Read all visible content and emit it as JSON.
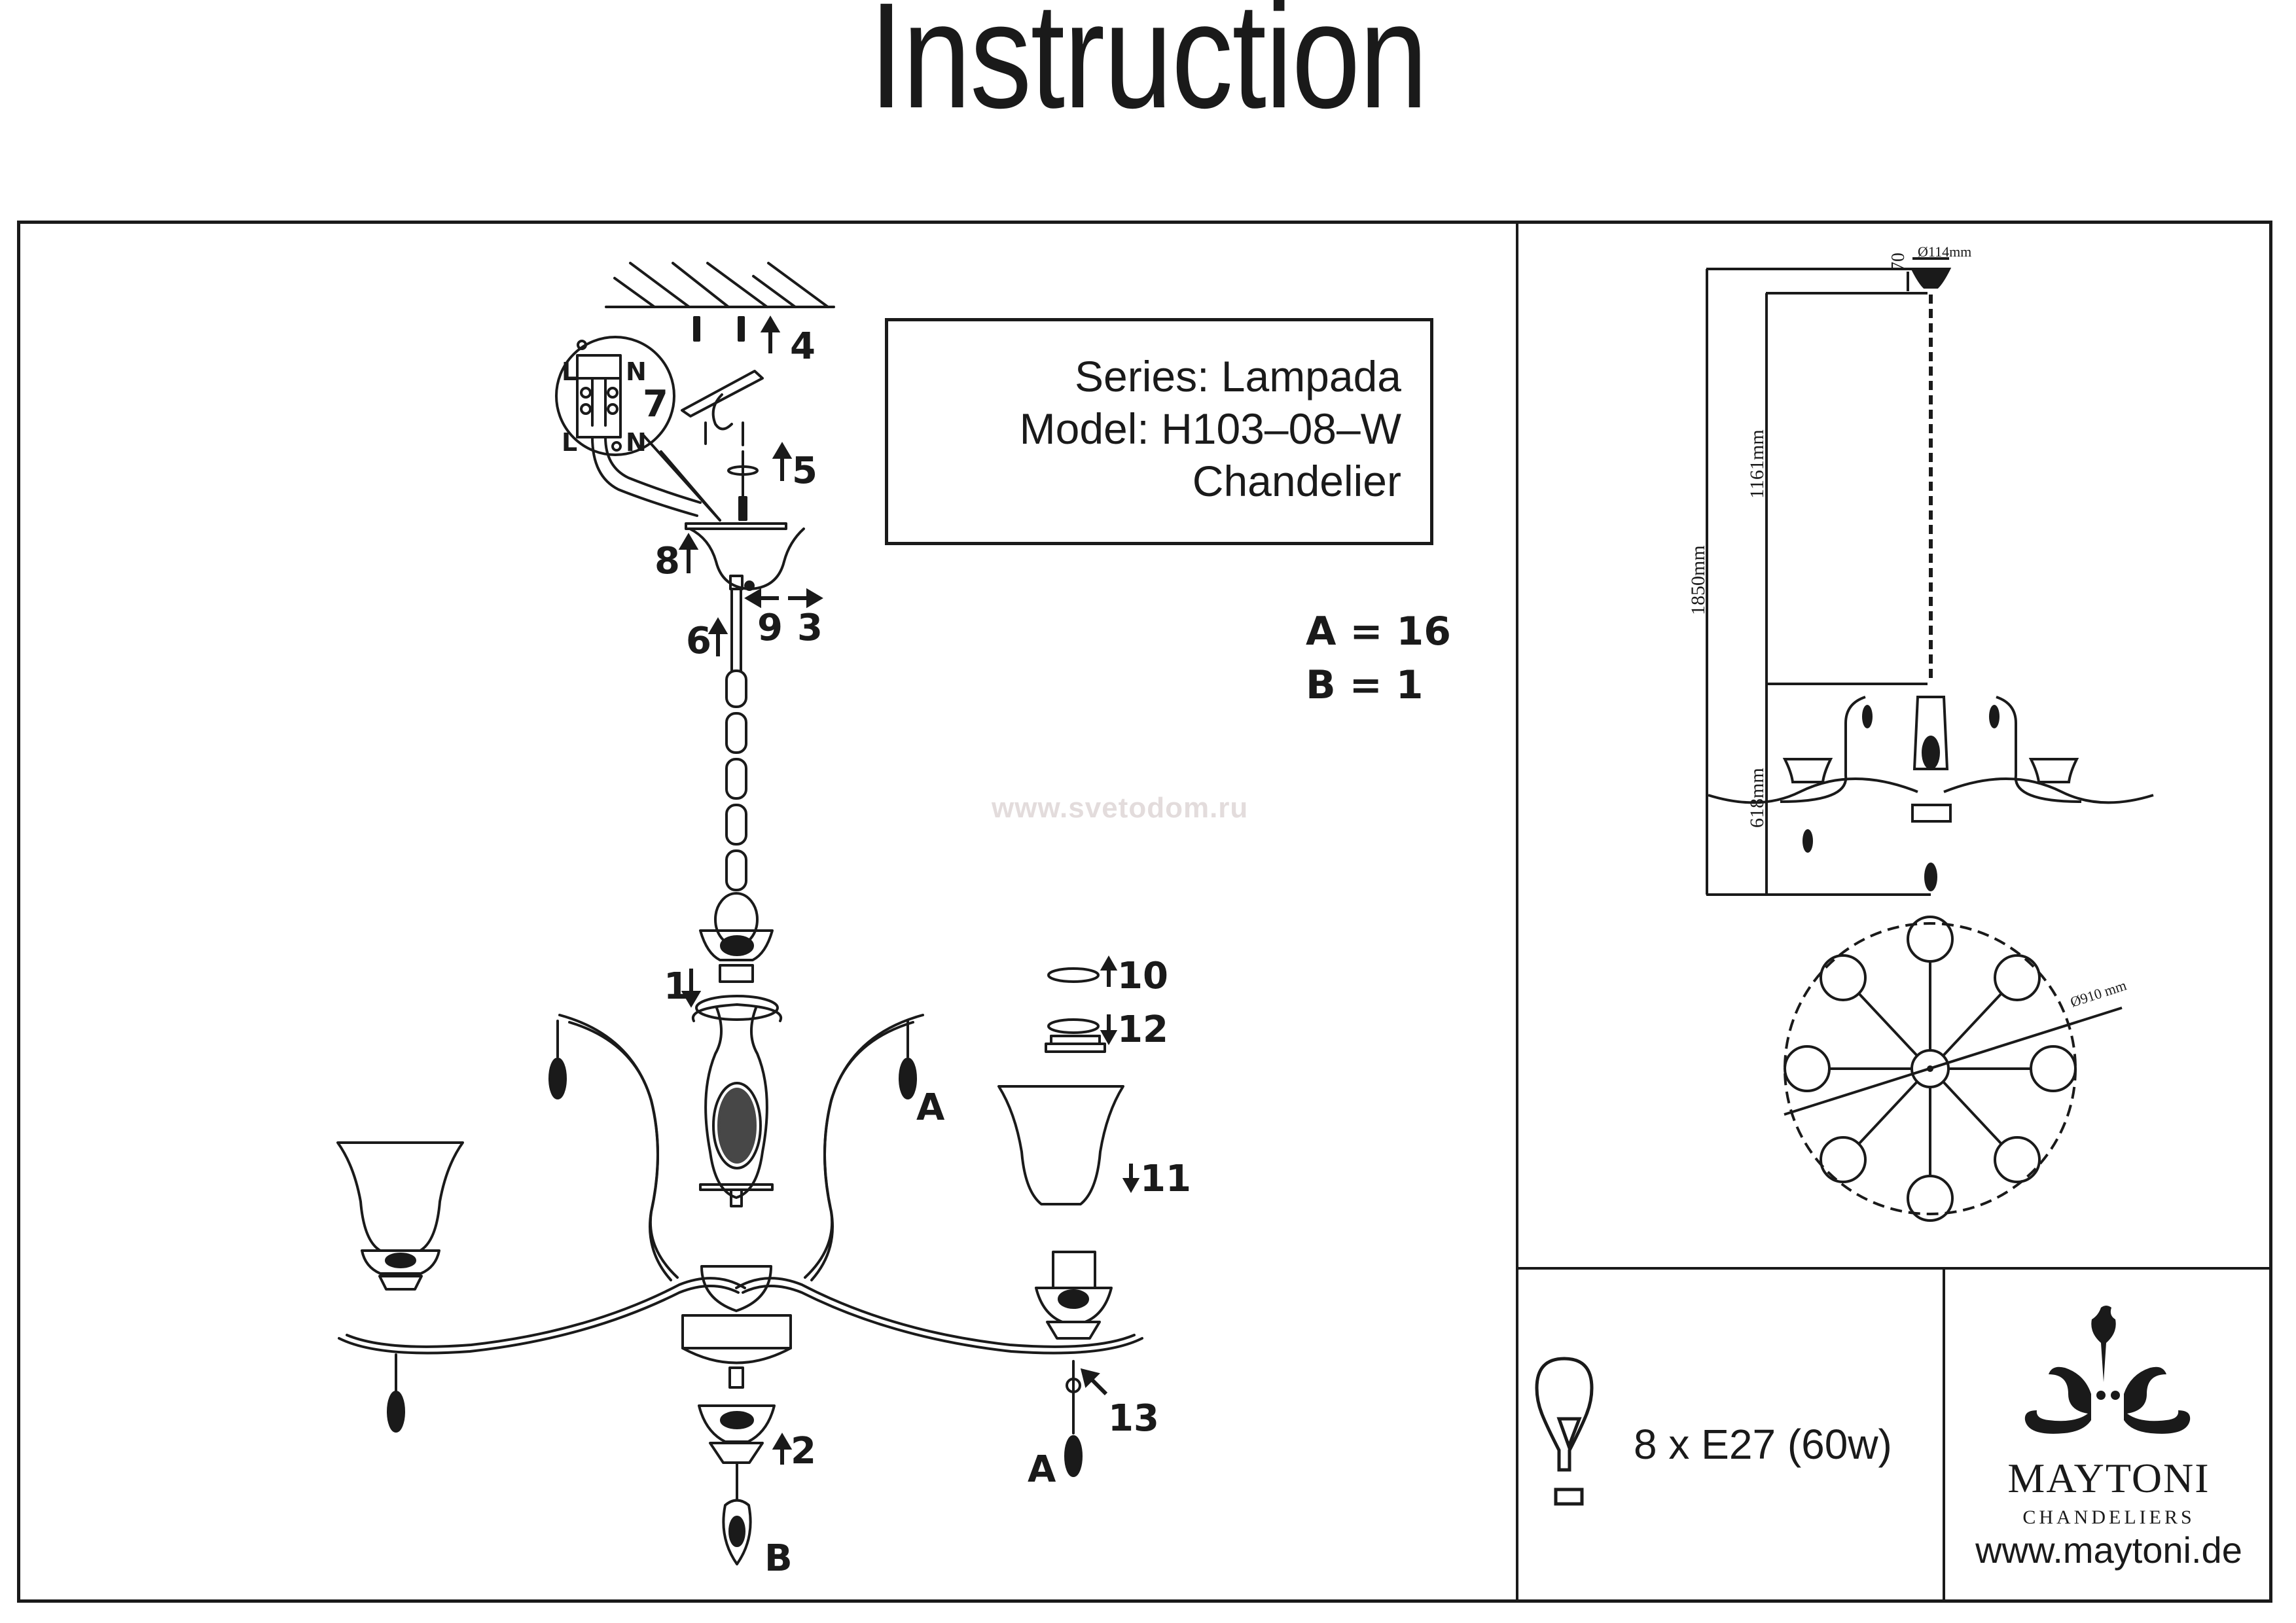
{
  "header": {
    "title": "Instruction"
  },
  "product": {
    "series": "Series: Lampada",
    "model": "Model: H103–08–W",
    "type": "Chandelier"
  },
  "parts": {
    "a": "A = 16",
    "b": "B = 1"
  },
  "wiring": {
    "live": "L",
    "neutral": "N"
  },
  "steps": [
    "1",
    "2",
    "3",
    "4",
    "5",
    "6",
    "7",
    "8",
    "9",
    "10",
    "11",
    "12",
    "13"
  ],
  "part_labels": {
    "a": "A",
    "b": "B"
  },
  "watermark": "www.svetodom.ru",
  "dimensions": {
    "canopy_diameter": "Ø114mm",
    "canopy_height": "70",
    "total_height": "1850mm",
    "chain_length": "1161mm",
    "body_height": "618mm",
    "diameter": "Ø910 mm"
  },
  "bulb": {
    "spec": "8 x E27 (60w)",
    "icon": "light-bulb-icon"
  },
  "brand": {
    "name": "MAYTONI",
    "subtitle": "CHANDELIERS",
    "website": "www.maytoni.de"
  }
}
